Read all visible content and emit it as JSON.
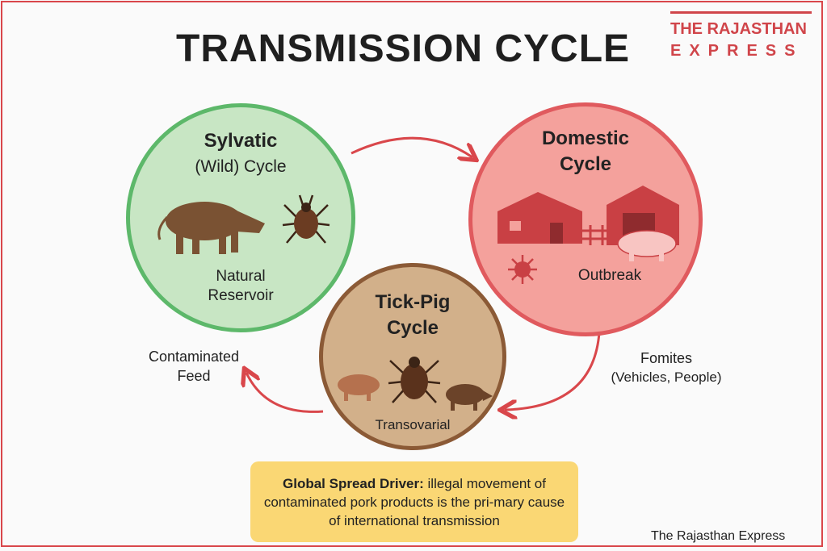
{
  "title": "TRANSMISSION CYCLE",
  "brand": {
    "line1": "THE RAJASTHAN",
    "line2": "EXPRESS"
  },
  "cycles": {
    "sylvatic": {
      "title1": "Sylvatic",
      "title2": "(Wild) Cycle",
      "label1": "Natural",
      "label2": "Reservoir"
    },
    "domestic": {
      "title1": "Domestic",
      "title2": "Cycle",
      "label": "Outbreak"
    },
    "tickpig": {
      "title1": "Tick-Pig",
      "title2": "Cycle",
      "label": "Transovarial"
    }
  },
  "arrows": {
    "contaminated_feed": {
      "line1": "Contaminated",
      "line2": "Feed"
    },
    "fomites": {
      "line1": "Fomites",
      "line2": "(Vehicles, People)"
    }
  },
  "callout": {
    "bold": "Global Spread Driver:",
    "text": " illegal movement of contaminated pork products is the pri-mary cause of international transmission"
  },
  "footer": "The Rajasthan Express",
  "colors": {
    "accent": "#d9474b",
    "green": "#5db86a",
    "red": "#e05a5e",
    "brown": "#8b5a36",
    "callout": "#fad774"
  }
}
